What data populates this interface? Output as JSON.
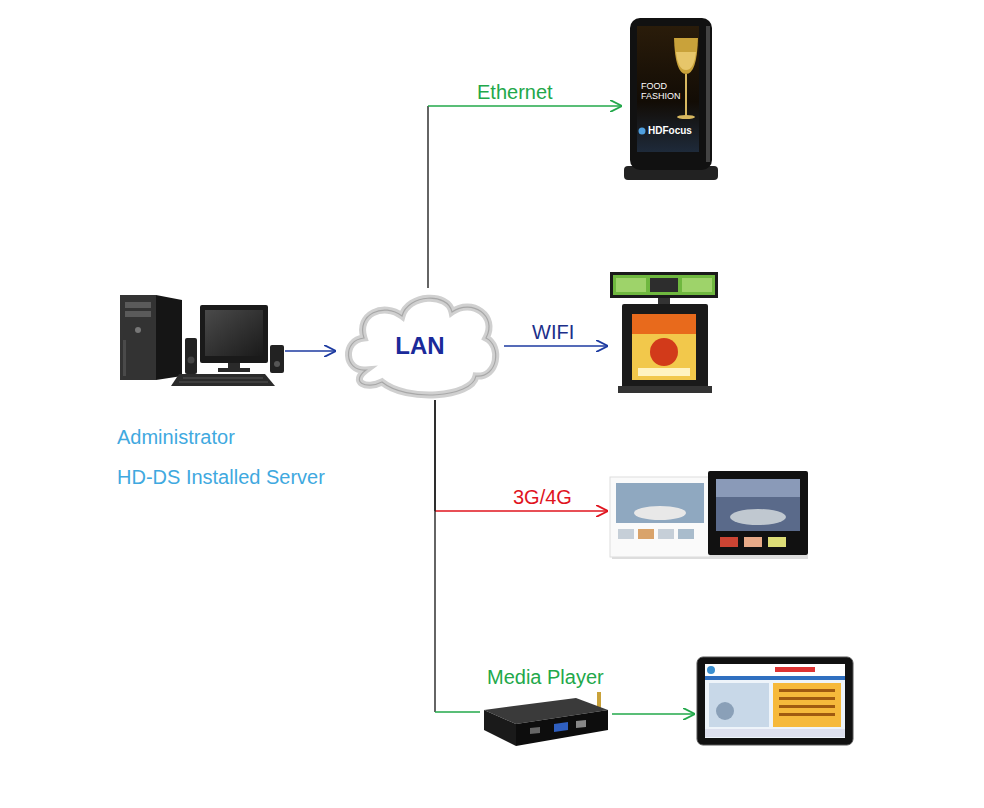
{
  "diagram": {
    "nodes": [
      {
        "text": [
          "Administrator",
          "HD-DS Installed Server"
        ]
      },
      {
        "text": [
          "LAN"
        ]
      },
      {
        "text": [
          "FOOD FASHION",
          "HDFocus"
        ]
      },
      {
        "text": []
      },
      {
        "text": []
      },
      {
        "text": [
          "Media Player"
        ]
      },
      {
        "text": []
      }
    ],
    "edges": [
      {
        "from": 0,
        "to": 1,
        "arrow": "to"
      },
      {
        "from": 1,
        "to": 2,
        "arrow": "to",
        "label": "Ethernet"
      },
      {
        "from": 1,
        "to": 3,
        "arrow": "to",
        "label": "WIFI"
      },
      {
        "from": 1,
        "to": 4,
        "arrow": "to",
        "label": "3G/4G"
      },
      {
        "from": 1,
        "to": 5,
        "arrow": "none"
      },
      {
        "from": 5,
        "to": 6,
        "arrow": "to"
      }
    ]
  }
}
